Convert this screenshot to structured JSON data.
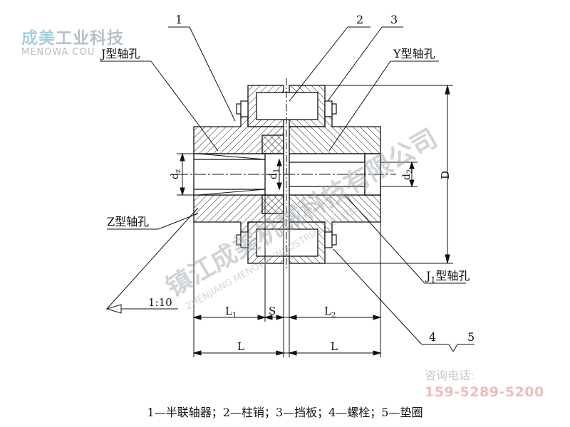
{
  "watermark": {
    "logo_part1": "成美",
    "logo_part2": "工业科技",
    "logo_sub": "MENOWA COU",
    "diagonal_text": "镇江成美机械科技有限公司",
    "diagonal_sub": "ZHENJIANG MENOWA INDUSTRIAL CO.,LTD"
  },
  "part_numbers": {
    "p1": "1",
    "p2": "2",
    "p3": "3",
    "p4": "4",
    "p5": "5"
  },
  "bore_labels": {
    "j_type": "J型轴孔",
    "y_type": "Y型轴孔",
    "z_type": "Z型轴孔",
    "j1_type_prefix": "J",
    "j1_type_sub": "1",
    "j1_type_suffix": "型轴孔"
  },
  "dims": {
    "dz_main": "d",
    "dz_sub": "z",
    "d1_main": "d",
    "d1_sub": "1",
    "d2_main": "d",
    "d2_sub": "2",
    "D": "D",
    "L1_main": "L",
    "L1_sub": "1",
    "S": "S",
    "L2_main": "L",
    "L2_sub": "2",
    "L_left": "L",
    "L_right": "L",
    "taper": "1:10"
  },
  "contact": {
    "label": "咨询电话:",
    "phone": "159-5289-5200"
  },
  "caption": "1—半联轴器；2—柱销；3—挡板；4—螺栓；5—垫圈"
}
